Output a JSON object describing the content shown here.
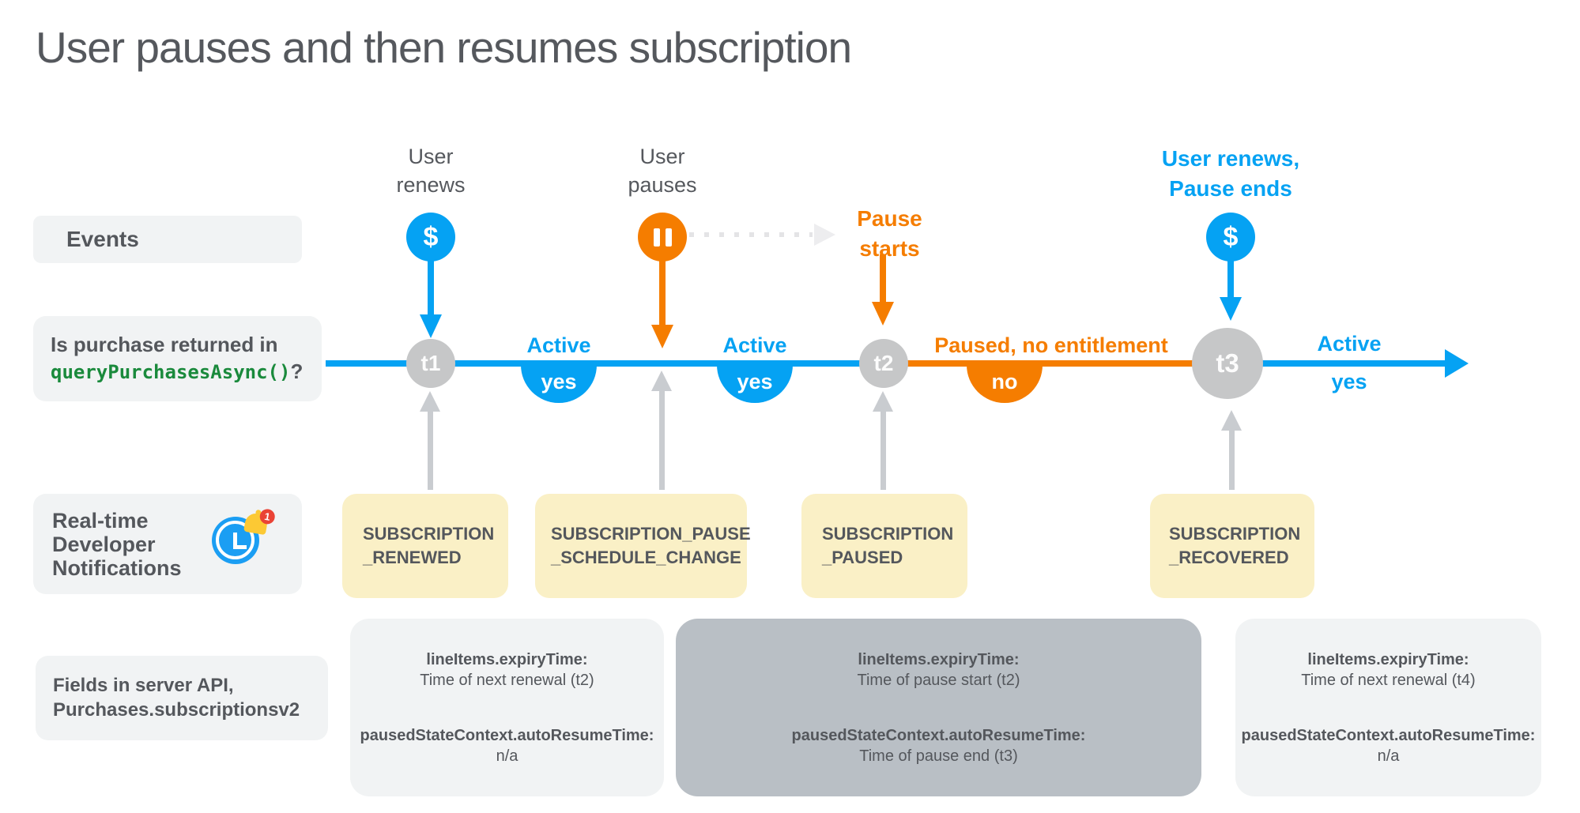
{
  "title": "User pauses and then resumes subscription",
  "rows": {
    "events": "Events",
    "query_line1": "Is purchase returned in",
    "query_code": "queryPurchasesAsync()",
    "query_question": "?",
    "rtdn": "Real-time\nDeveloper\nNotifications",
    "fields": "Fields in server API,\nPurchases.subscriptionsv2"
  },
  "events": {
    "renew1": {
      "label": "User\nrenews",
      "icon": "$"
    },
    "pause": {
      "label": "User\npauses"
    },
    "pause_starts": {
      "label": "Pause\nstarts"
    },
    "renew2": {
      "label": "User renews,\nPause ends",
      "icon": "$"
    }
  },
  "timeline": {
    "nodes": [
      "t1",
      "t2",
      "t3"
    ],
    "statuses": [
      {
        "state": "Active",
        "answer": "yes"
      },
      {
        "state": "Active",
        "answer": "yes"
      },
      {
        "state": "Paused, no entitlement",
        "answer": "no"
      },
      {
        "state": "Active",
        "answer": "yes"
      }
    ]
  },
  "notifications": [
    "SUBSCRIPTION\n_RENEWED",
    "SUBSCRIPTION_PAUSE\n_SCHEDULE_CHANGE",
    "SUBSCRIPTION\n_PAUSED",
    "SUBSCRIPTION\n_RECOVERED"
  ],
  "rtdn_badge": "1",
  "api_boxes": [
    {
      "field1": "lineItems.expiryTime:",
      "value1": "Time of next renewal (t2)",
      "field2": "pausedStateContext.autoResumeTime:",
      "value2": "n/a"
    },
    {
      "field1": "lineItems.expiryTime:",
      "value1": "Time of pause start (t2)",
      "field2": "pausedStateContext.autoResumeTime:",
      "value2": "Time of pause end (t3)"
    },
    {
      "field1": "lineItems.expiryTime:",
      "value1": "Time of next renewal (t4)",
      "field2": "pausedStateContext.autoResumeTime:",
      "value2": "n/a"
    }
  ],
  "colors": {
    "blue": "#05a2f3",
    "orange": "#f57d00",
    "node_gray": "#c6c7c8",
    "yellow_box": "#faf0c6",
    "light_box": "#f1f3f4",
    "dark_box": "#b9bfc5",
    "text": "#55585d",
    "code_green": "#1a8a3c",
    "badge_red": "#ea4335"
  }
}
